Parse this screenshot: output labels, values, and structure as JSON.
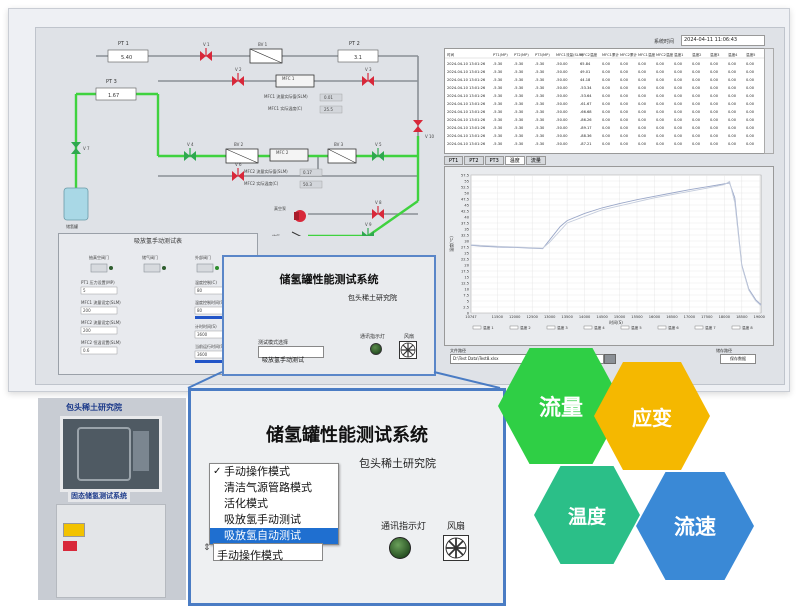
{
  "screen": {
    "timestamp_label": "系统时间",
    "timestamp": "2024-04-11 11:06:43",
    "instruments": [
      {
        "name": "PT 1",
        "value": "5.40"
      },
      {
        "name": "PT 2",
        "value": "3.1"
      },
      {
        "name": "PT 3",
        "value": "1.67"
      }
    ],
    "valves": [
      "V 1",
      "V 2",
      "V 3",
      "V 4",
      "V 5",
      "V 6",
      "V 7",
      "V 8",
      "V 9",
      "V 10"
    ],
    "mfc": [
      {
        "name": "MFC 1",
        "flow_label": "MFC1 流量实际值(SLM)",
        "flow": "0.01",
        "temp_label": "MFC1 实际温度(C)",
        "temp": "25.5"
      },
      {
        "name": "MFC 2",
        "flow_label": "MFC2 流量实际值(SLM)",
        "flow": "0.17",
        "temp_label": "MFC2 实际温度(C)",
        "temp": "50.3"
      }
    ],
    "filters": [
      "BV 1",
      "BV 2",
      "BV 3"
    ],
    "tank_label": "储氢罐",
    "pump_label": "真空泵",
    "vent_label": "放气",
    "manual_panel": {
      "title": "吸放氢手动测试表",
      "buttons": [
        "抽真空阀门",
        "储气阀门",
        "外部阀门"
      ],
      "fields": [
        {
          "label": "PT1 压力设置(MP)",
          "value": "5"
        },
        {
          "label": "MFC1 流量设定(SLM)",
          "value": "200"
        },
        {
          "label": "MFC2 流量设定(SLM)",
          "value": "200"
        },
        {
          "label": "MFC2 恒温设置(SLM)",
          "value": "0.6"
        }
      ],
      "right_fields": [
        {
          "label": "温度控制(C)",
          "value": "80"
        },
        {
          "label": "温度控制时间(S)",
          "value": "80"
        },
        {
          "label": "计时时间(S)",
          "value": "3600"
        },
        {
          "label": "当前运行时间(S)",
          "value": "3600"
        }
      ]
    },
    "table": {
      "headers": [
        "时间",
        "PT1(MP)",
        "PT2(MP)",
        "PT3(MP)",
        "MFC1流量(SLM)",
        "MFC2温度",
        "MFC1累计",
        "MFC2累计",
        "MFC1温度",
        "MFC2温度",
        "温度1",
        "温度2",
        "温度3",
        "温度4",
        "温度5"
      ],
      "rows": [
        [
          "2024-04-10 13:01:26",
          "-5.30",
          "-5.30",
          "-5.30",
          "-50.00",
          "65.84",
          "0.00",
          "0.00",
          "0.00",
          "0.00",
          "0.00",
          "0.00",
          "0.00",
          "0.00",
          "0.00"
        ],
        [
          "2024-04-10 13:01:26",
          "-5.30",
          "-5.30",
          "-5.30",
          "-50.00",
          "49.01",
          "0.00",
          "0.00",
          "0.00",
          "0.00",
          "0.00",
          "0.00",
          "0.00",
          "0.00",
          "0.00"
        ],
        [
          "2024-04-10 13:01:26",
          "-5.30",
          "-5.30",
          "-5.30",
          "-50.00",
          "44.18",
          "0.00",
          "0.00",
          "0.00",
          "0.00",
          "0.00",
          "0.00",
          "0.00",
          "0.00",
          "0.00"
        ],
        [
          "2024-04-10 13:01:26",
          "-5.30",
          "-5.30",
          "-5.30",
          "-50.00",
          "-53.34",
          "0.00",
          "0.00",
          "0.00",
          "0.00",
          "0.00",
          "0.00",
          "0.00",
          "0.00",
          "0.00"
        ],
        [
          "2024-04-10 13:01:26",
          "-5.30",
          "-5.30",
          "-5.30",
          "-50.00",
          "-53.64",
          "0.00",
          "0.00",
          "0.00",
          "0.00",
          "0.00",
          "0.00",
          "0.00",
          "0.00",
          "0.00"
        ],
        [
          "2024-04-10 13:01:26",
          "-5.30",
          "-5.30",
          "-5.30",
          "-50.00",
          "-61.67",
          "0.00",
          "0.00",
          "0.00",
          "0.00",
          "0.00",
          "0.00",
          "0.00",
          "0.00",
          "0.00"
        ],
        [
          "2024-04-10 13:01:26",
          "-5.30",
          "-5.30",
          "-5.30",
          "-50.00",
          "-66.68",
          "0.00",
          "0.00",
          "0.00",
          "0.00",
          "0.00",
          "0.00",
          "0.00",
          "0.00",
          "0.00"
        ],
        [
          "2024-04-10 13:01:26",
          "-5.30",
          "-5.30",
          "-5.30",
          "-50.00",
          "-86.26",
          "0.00",
          "0.00",
          "0.00",
          "0.00",
          "0.00",
          "0.00",
          "0.00",
          "0.00",
          "0.00"
        ],
        [
          "2024-04-10 13:01:26",
          "-5.30",
          "-5.30",
          "-5.30",
          "-50.00",
          "-89.17",
          "0.00",
          "0.00",
          "0.00",
          "0.00",
          "0.00",
          "0.00",
          "0.00",
          "0.00",
          "0.00"
        ],
        [
          "2024-04-10 13:01:26",
          "-5.30",
          "-5.30",
          "-5.30",
          "-50.00",
          "-88.36",
          "0.00",
          "0.00",
          "0.00",
          "0.00",
          "0.00",
          "0.00",
          "0.00",
          "0.00",
          "0.00"
        ],
        [
          "2024-04-10 13:01:26",
          "-5.30",
          "-5.30",
          "-5.30",
          "-50.00",
          "-87.21",
          "0.00",
          "0.00",
          "0.00",
          "0.00",
          "0.00",
          "0.00",
          "0.00",
          "0.00",
          "0.00"
        ]
      ]
    },
    "tabs": [
      "PT1",
      "PT2",
      "PT3",
      "温度",
      "流量"
    ],
    "chart_legend": [
      "温度 1",
      "温度 2",
      "温度 3",
      "温度 4",
      "温度 5",
      "温度 6",
      "温度 7",
      "温度 8"
    ],
    "file_label": "文件路径",
    "file_path": "D:\\Test Data\\Test8.xlsx",
    "save_label": "保存数据",
    "save_path_label": "储存路径",
    "colors": {
      "accent": "#4a7cc4",
      "pipe_green": "#3fd23f",
      "valve_red": "#d8283a",
      "valve_green": "#2fa84f"
    }
  },
  "panel": {
    "title": "储氢罐性能测试系统",
    "org": "包头稀土研究院",
    "mode_label": "测试模式选择",
    "mode_value": "吸放氢手动测试",
    "comm_label": "通讯指示灯",
    "fan_label": "风扇"
  },
  "zoom": {
    "title": "储氢罐性能测试系统",
    "org": "包头稀土研究院",
    "options": [
      "手动操作模式",
      "清洁气源管路模式",
      "活化模式",
      "吸放氢手动测试",
      "吸放氢自动测试"
    ],
    "checked_index": 0,
    "highlight_index": 4,
    "selected": "手动操作模式",
    "comm_label": "通讯指示灯",
    "fan_label": "风扇"
  },
  "cabinet": {
    "sign": "包头稀土研究院",
    "label": "固态储氢测试系统"
  },
  "hexes": [
    {
      "label": "流量",
      "color": "#2fcf45"
    },
    {
      "label": "应变",
      "color": "#f5b800"
    },
    {
      "label": "温度",
      "color": "#2bbf88"
    },
    {
      "label": "流速",
      "color": "#3a89d6"
    }
  ],
  "chart_data": {
    "type": "line",
    "ylabel": "温度(℃)",
    "xlabel": "时间(S)",
    "xlim": [
      10747,
      19050
    ],
    "ylim": [
      0,
      57.5
    ],
    "xticks": [
      10747,
      11500,
      12000,
      12500,
      13000,
      13500,
      14000,
      14500,
      15000,
      15500,
      16000,
      16500,
      17000,
      17500,
      18000,
      18500,
      19000
    ],
    "yticks": [
      0,
      2.5,
      5,
      7.5,
      10,
      12.5,
      15,
      17.5,
      20,
      22.5,
      25,
      27.5,
      30,
      32.5,
      35,
      37.5,
      40,
      42.5,
      45,
      47.5,
      50,
      52.5,
      55,
      57.5
    ],
    "series": [
      {
        "name": "温度 1",
        "x": [
          10747,
          11000,
          11500,
          12000,
          12500,
          12800,
          13000,
          13300,
          13500,
          14000,
          14500,
          15000,
          15500,
          16000,
          16500,
          17000,
          17500,
          18000,
          18150,
          18300,
          18500,
          18700,
          18900,
          19050
        ],
        "y": [
          28.2,
          27.9,
          27.5,
          27.3,
          27.0,
          26.8,
          30.5,
          36.0,
          38.5,
          41.5,
          43.8,
          45.6,
          47.2,
          48.6,
          50.0,
          51.4,
          52.6,
          53.8,
          54.2,
          48.0,
          20.0,
          10.0,
          5.5,
          3.5
        ]
      },
      {
        "name": "温度 2",
        "x": [
          10747,
          11500,
          12500,
          12800,
          13000,
          13500,
          14500,
          16000,
          17500,
          18000,
          18150,
          18300,
          18500,
          18700,
          18900,
          19050
        ],
        "y": [
          28.4,
          27.8,
          27.2,
          27.0,
          29.5,
          37.5,
          43.0,
          48.0,
          52.0,
          53.5,
          54.8,
          46.0,
          19.5,
          9.5,
          5.0,
          3.0
        ]
      }
    ]
  }
}
